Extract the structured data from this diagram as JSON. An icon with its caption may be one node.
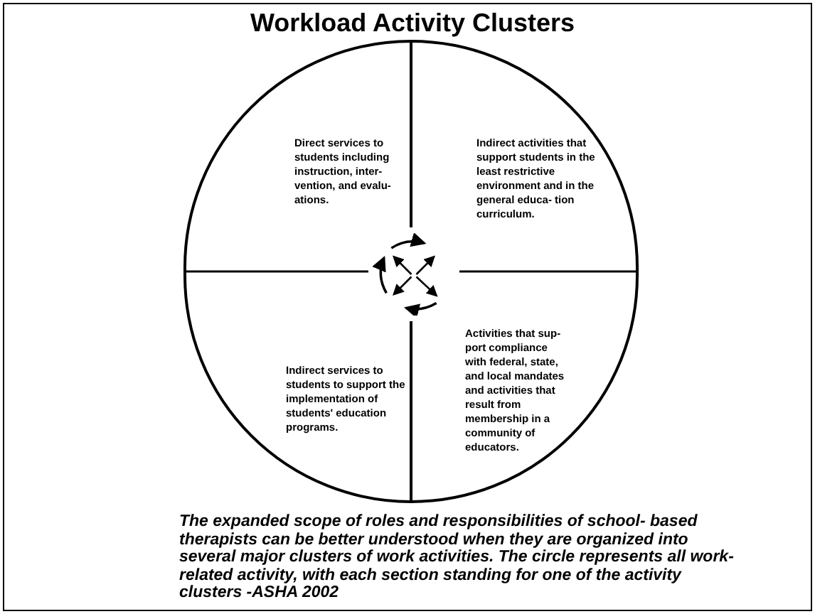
{
  "diagram": {
    "title": "Workload Activity Clusters",
    "nodes": [
      {
        "text": [],
        "shape": "circle"
      },
      {
        "text": [
          "Direct services to students including instruction, inter- vention, and evalu- ations."
        ],
        "in": 0
      },
      {
        "text": [
          "Indirect activities that support students in the least restrictive environment and in the general educa- tion curriculum."
        ],
        "in": 0
      },
      {
        "text": [
          "Indirect services to students to support the implementation of students' education programs."
        ],
        "in": 0
      },
      {
        "text": [
          "Activities that sup- port compliance with federal, state, and local mandates and activities that result from membership in a community of educators."
        ],
        "in": 0
      }
    ],
    "edges": [],
    "caption": "The expanded scope of roles and responsibilities of school- based therapists can be better understood when they are organized into several major clusters of work activities. The circle represents all work-related activity, with each section standing for one of the activity clusters -ASHA 2002"
  }
}
